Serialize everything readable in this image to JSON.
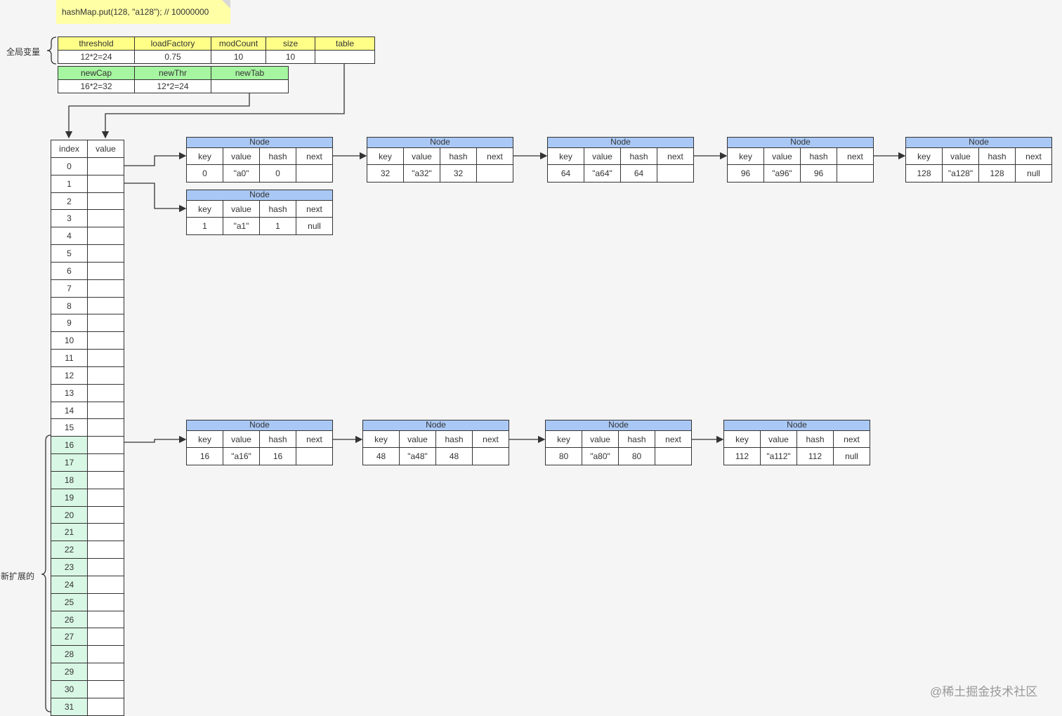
{
  "note": {
    "text": "hashMap.put(128, \"a128\"); // 10000000"
  },
  "labels": {
    "global": "全局变量",
    "expanded": "新扩展的"
  },
  "globals": {
    "headers": [
      "threshold",
      "loadFactory",
      "modCount",
      "size",
      "table"
    ],
    "values": [
      "12*2=24",
      "0.75",
      "10",
      "10",
      ""
    ]
  },
  "locals": {
    "headers": [
      "newCap",
      "newThr",
      "newTab"
    ],
    "values": [
      "16*2=32",
      "12*2=24",
      ""
    ]
  },
  "table_header": {
    "index": "index",
    "value": "value"
  },
  "table_rows": [
    "0",
    "1",
    "2",
    "3",
    "4",
    "5",
    "6",
    "7",
    "8",
    "9",
    "10",
    "11",
    "12",
    "13",
    "14",
    "15",
    "16",
    "17",
    "18",
    "19",
    "20",
    "21",
    "22",
    "23",
    "24",
    "25",
    "26",
    "27",
    "28",
    "29",
    "30",
    "31"
  ],
  "node": {
    "title": "Node",
    "fields": [
      "key",
      "value",
      "hash",
      "next"
    ]
  },
  "chains": [
    {
      "row": "0",
      "nodes": [
        {
          "key": "0",
          "value": "\"a0\"",
          "hash": "0",
          "next": ""
        },
        {
          "key": "32",
          "value": "\"a32\"",
          "hash": "32",
          "next": ""
        },
        {
          "key": "64",
          "value": "\"a64\"",
          "hash": "64",
          "next": ""
        },
        {
          "key": "96",
          "value": "\"a96\"",
          "hash": "96",
          "next": ""
        },
        {
          "key": "128",
          "value": "\"a128\"",
          "hash": "128",
          "next": "null"
        }
      ]
    },
    {
      "row": "1",
      "nodes": [
        {
          "key": "1",
          "value": "\"a1\"",
          "hash": "1",
          "next": "null"
        }
      ]
    },
    {
      "row": "16",
      "nodes": [
        {
          "key": "16",
          "value": "\"a16\"",
          "hash": "16",
          "next": ""
        },
        {
          "key": "48",
          "value": "\"a48\"",
          "hash": "48",
          "next": ""
        },
        {
          "key": "80",
          "value": "\"a80\"",
          "hash": "80",
          "next": ""
        },
        {
          "key": "112",
          "value": "\"a112\"",
          "hash": "112",
          "next": "null"
        }
      ]
    }
  ],
  "colors": {
    "yellow": "#ffff88",
    "green": "#a6f5a0",
    "node_header": "#a9c8f5",
    "expanded_cell": "#d8f7e4",
    "note": "#ffffa6"
  },
  "watermark": "@稀土掘金技术社区"
}
